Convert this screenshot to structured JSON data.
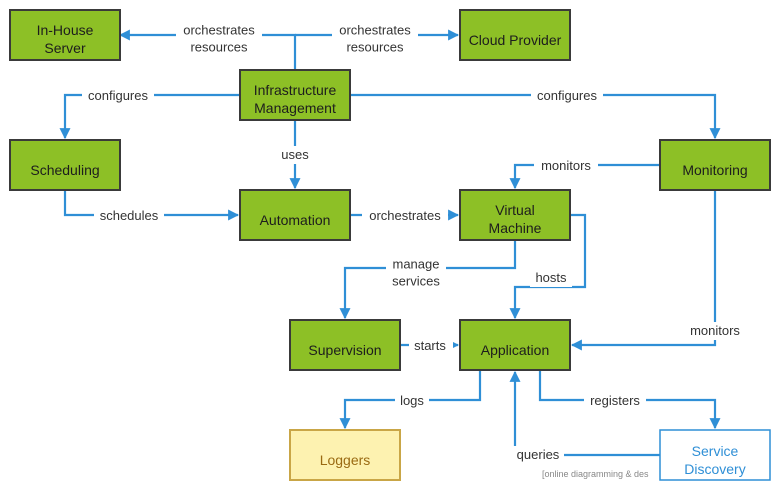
{
  "nodes": {
    "in_house": "In-House\nServer",
    "cloud": "Cloud Provider",
    "infra": "Infrastructure\nManagement",
    "scheduling": "Scheduling",
    "monitoring": "Monitoring",
    "automation": "Automation",
    "vm": "Virtual\nMachine",
    "supervision": "Supervision",
    "application": "Application",
    "loggers": "Loggers",
    "service_discovery": "Service\nDiscovery"
  },
  "edges": {
    "orchestrates_left": "orchestrates\nresources",
    "orchestrates_right": "orchestrates\nresources",
    "configures_left": "configures",
    "configures_right": "configures",
    "uses": "uses",
    "monitors_vm": "monitors",
    "schedules": "schedules",
    "orchestrates_vm": "orchestrates",
    "manage_services": "manage\nservices",
    "hosts": "hosts",
    "starts": "starts",
    "monitors_app": "monitors",
    "logs": "logs",
    "registers": "registers",
    "queries": "queries"
  },
  "colors": {
    "node_fill": "#8dc026",
    "edge": "#2f8fd6",
    "loggers_fill": "#fdf2b0",
    "service_discovery_stroke": "#2f8fd6"
  },
  "watermark": "[online diagramming & des"
}
